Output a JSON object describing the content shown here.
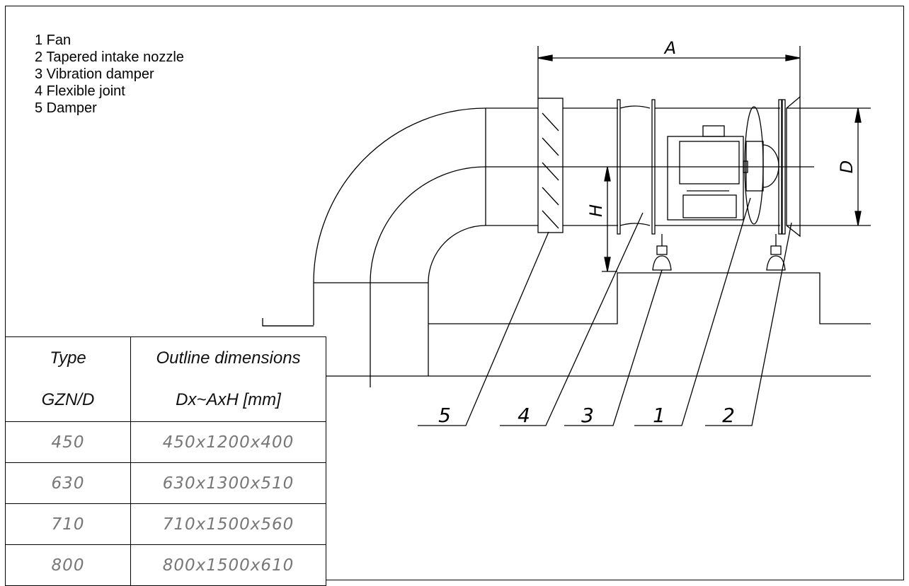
{
  "legend": {
    "items": [
      {
        "text": "1 Fan"
      },
      {
        "text": "2 Tapered intake nozzle"
      },
      {
        "text": "3 Vibration damper"
      },
      {
        "text": "4 Flexible joint"
      },
      {
        "text": "5 Damper"
      }
    ]
  },
  "table": {
    "header_col1_line1": "Type",
    "header_col1_line2": "GZN/D",
    "header_col2_line1": "Outline dimensions",
    "header_col2_line2": "Dx~AxH [mm]",
    "rows": [
      {
        "type": "450",
        "dims": "450x1200x400"
      },
      {
        "type": "630",
        "dims": "630x1300x510"
      },
      {
        "type": "710",
        "dims": "710x1500x560"
      },
      {
        "type": "800",
        "dims": "800x1500x610"
      }
    ]
  },
  "dimensions": {
    "a_label": "A",
    "d_label": "D",
    "h_label": "H"
  },
  "callouts": {
    "labels": [
      "5",
      "4",
      "3",
      "1",
      "2"
    ]
  }
}
